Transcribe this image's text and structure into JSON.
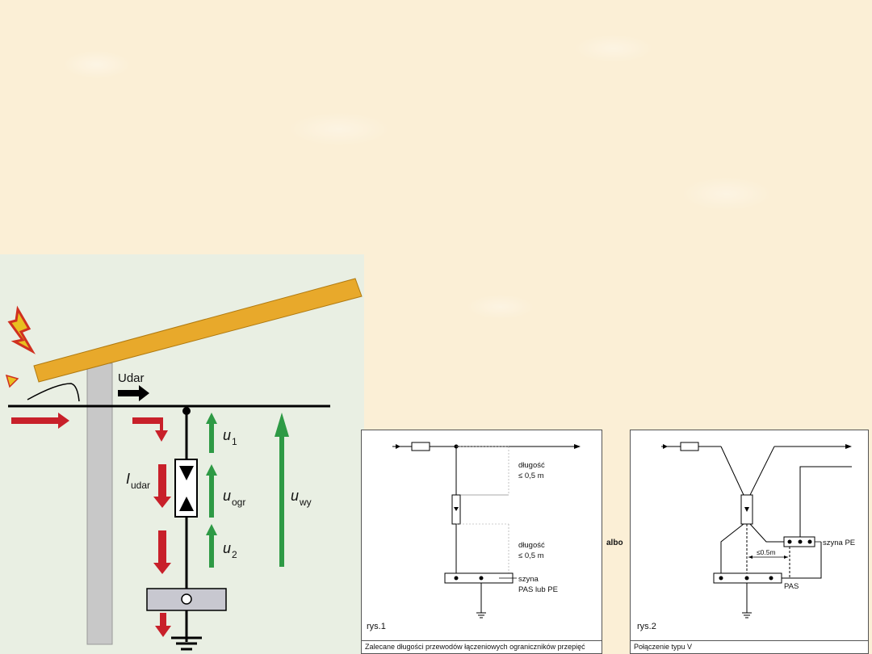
{
  "left_diagram": {
    "udar_label": "Udar",
    "i_udar_main": "I",
    "i_udar_sub": "udar",
    "u1_main": "u",
    "u1_sub": "1",
    "uogr_main": "u",
    "uogr_sub": "ogr",
    "u2_main": "u",
    "u2_sub": "2",
    "uwy_main": "u",
    "uwy_sub": "wy",
    "colors": {
      "roof": "#e8a92b",
      "pole": "#c8c8c8",
      "red_arrow": "#c8202a",
      "green_arrow": "#2e9a45",
      "background": "#e9efe3"
    }
  },
  "figure1": {
    "dlugosc1_line1": "długość",
    "dlugosc1_line2": "≤ 0,5 m",
    "dlugosc2_line1": "długość",
    "dlugosc2_line2": "≤ 0,5 m",
    "szyna_line1": "szyna",
    "szyna_line2": "PAS lub PE",
    "fig_label": "rys.1",
    "caption": "Zalecane długości przewodów łączeniowych ograniczników przepięć"
  },
  "albo": "albo",
  "figure2": {
    "distance_label": "≤0.5m",
    "szyna_pe_label": "szyna PE",
    "pas_label": "PAS",
    "fig_label": "rys.2",
    "caption": "Połączenie typu V"
  }
}
